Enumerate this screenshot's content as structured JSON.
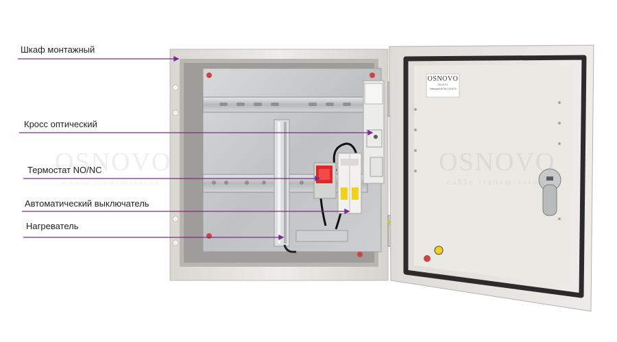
{
  "labels": {
    "cabinet": "Шкаф монтажный",
    "optical_cross": "Кросс оптический",
    "thermostat": "Термостат NO/NC",
    "breaker": "Автоматический выключатель",
    "heater": "Нагреватель"
  },
  "door_brand": "OSNOVO",
  "door_plate_lines": [
    "SN-2071",
    "Заводской № 041679"
  ],
  "watermark": {
    "brand": "OSNOVO",
    "tagline": "cable transmission"
  },
  "colors": {
    "pointer_line": "#7a2a8c",
    "cabinet_body": "#e8e6e1",
    "panel": "#c9cacb",
    "door_seal": "#2b2b2b",
    "thermostat": "#e02626",
    "breaker_yellow": "#f2d21a",
    "ground_wire": "#9fcc2a"
  }
}
